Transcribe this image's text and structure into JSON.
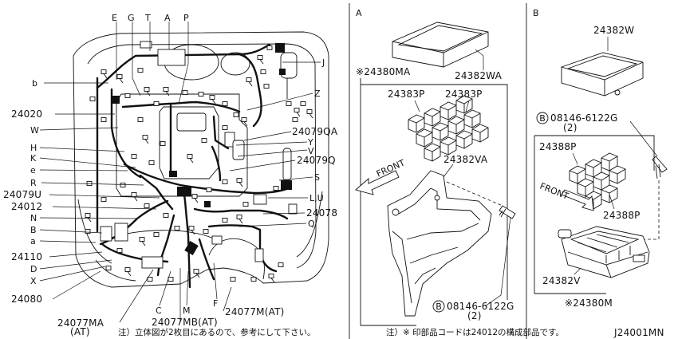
{
  "sections": {
    "a": "A",
    "b": "B"
  },
  "callouts": {
    "E": "E",
    "G": "G",
    "T": "T",
    "A": "A",
    "P": "P",
    "J": "J",
    "b_low": "b",
    "Z": "Z",
    "H": "H",
    "K": "K",
    "e": "e",
    "R": "R",
    "Y": "Y",
    "V": "V",
    "S": "S",
    "LU": "L,U",
    "N": "N",
    "B": "B",
    "a_low": "a",
    "Q": "Q",
    "D": "D",
    "X": "X",
    "W": "W",
    "C": "C",
    "M": "M",
    "F": "F"
  },
  "parts": {
    "p24020": "24020",
    "p24079QA": "24079QA",
    "p24079Q": "24079Q",
    "p24079U": "24079U",
    "p24012": "24012",
    "p24078": "24078",
    "p24110": "24110",
    "p24080": "24080",
    "p24077MAT": "24077M(AT)",
    "p24077MA": "24077MA",
    "p24077MA_at": "(AT)",
    "p24077MB": "24077MB(AT)",
    "p24380MA": "※24380MA",
    "p24382WA": "24382WA",
    "p24383P_1": "24383P",
    "p24383P_2": "24383P",
    "p24382VA": "24382VA",
    "front_a": "FRONT",
    "bolt_a": "08146-6122G",
    "bolt_a_qty": "(2)",
    "p24382W": "24382W",
    "bolt_b": "08146-6122G",
    "bolt_b_qty": "(2)",
    "p24388P_1": "24388P",
    "p24388P_2": "24388P",
    "front_b": "FRONT",
    "p24382V": "24382V",
    "p24380M": "※24380M"
  },
  "notes": {
    "left": "注）立体図が2枚目にあるので、参考にして下さい。",
    "right": "注）※ 印部品コードは24012の構成部品です。"
  },
  "diagram_id": "J24001MN",
  "bolt_mark": "B"
}
